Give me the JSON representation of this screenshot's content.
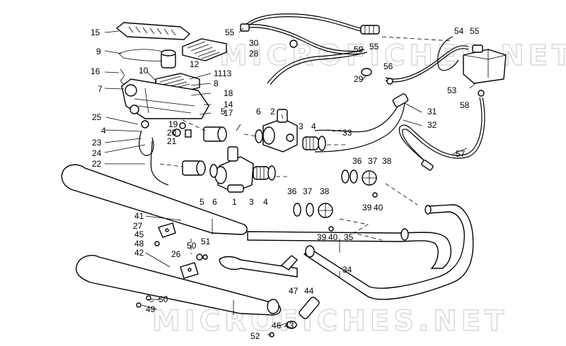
{
  "watermark": "MICROFICHES.NET",
  "part_labels": [
    "1",
    "2",
    "3",
    "3",
    "4",
    "4",
    "4",
    "5",
    "5",
    "6",
    "6",
    "7",
    "8",
    "9",
    "10",
    "11",
    "12",
    "13",
    "14",
    "15",
    "16",
    "17",
    "18",
    "19",
    "20",
    "21",
    "22",
    "23",
    "24",
    "25",
    "26",
    "27",
    "28",
    "29",
    "30",
    "31",
    "32",
    "33",
    "34",
    "35",
    "36",
    "36",
    "37",
    "37",
    "38",
    "38",
    "39",
    "39",
    "40",
    "40",
    "41",
    "42",
    "43",
    "44",
    "45",
    "46",
    "47",
    "48",
    "49",
    "50",
    "50",
    "51",
    "52",
    "53",
    "54",
    "55",
    "55",
    "55",
    "56",
    "57",
    "58",
    "59"
  ]
}
